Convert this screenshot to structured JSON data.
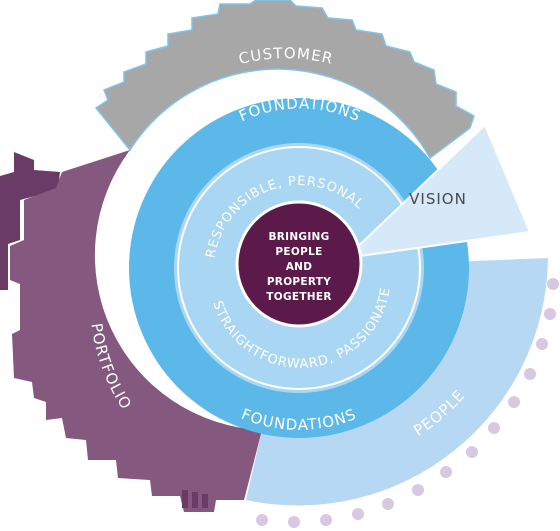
{
  "core": {
    "lines": [
      "BRINGING",
      "PEOPLE",
      "AND",
      "PROPERTY",
      "TOGETHER"
    ]
  },
  "values_ring": {
    "top": "RESPONSIBLE, PERSONAL",
    "bottom": "STRAIGHTFORWARD, PASSIONATE"
  },
  "foundations_ring": {
    "top": "FOUNDATIONS",
    "bottom": "FOUNDATIONS"
  },
  "outer_segments": {
    "customer": "CUSTOMER",
    "portfolio": "PORTFOLIO",
    "people": "PEOPLE",
    "vision": "VISION"
  },
  "colors": {
    "core": "#5b1a4a",
    "values_ring": "#a9d6f3",
    "foundations_ring": "#5bb8e8",
    "customer": "#a7a7a7",
    "customer_edge": "#7fc4ea",
    "portfolio": "#84587f",
    "portfolio_dark": "#6a3b66",
    "people": "#b7d8f3",
    "people_dots": "#d7c8e4",
    "vision": "#d6e9f8",
    "vision_text": "#4a4a4a"
  }
}
